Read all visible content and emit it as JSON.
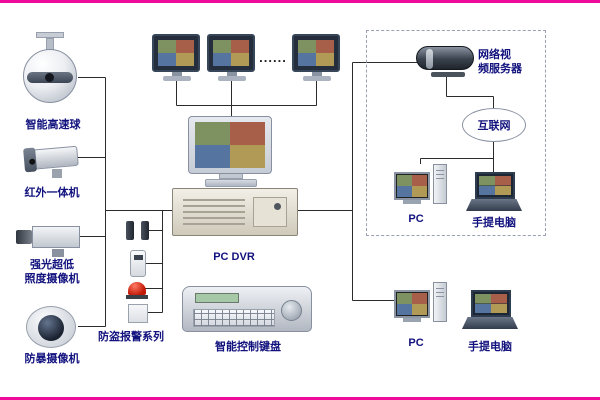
{
  "colors": {
    "label": "#12127e",
    "edge": "#ef0a9b",
    "wire": "#2b2b2b"
  },
  "diagram": {
    "cameras": [
      {
        "label": "智能高速球"
      },
      {
        "label": "红外一体机"
      },
      {
        "label": "强光超低\n照度摄像机"
      },
      {
        "label": "防暴摄像机"
      }
    ],
    "alarm_label": "防盗报警系列",
    "monitor_wall_ellipsis": "......",
    "dvr_label": "PC DVR",
    "keyboard_label": "智能控制键盘",
    "network_group": {
      "server_label": "网络视\n频服务器",
      "internet_label": "互联网",
      "pc_label": "PC",
      "laptop_label": "手提电脑"
    },
    "remote_group": {
      "pc_label": "PC",
      "laptop_label": "手提电脑"
    }
  }
}
